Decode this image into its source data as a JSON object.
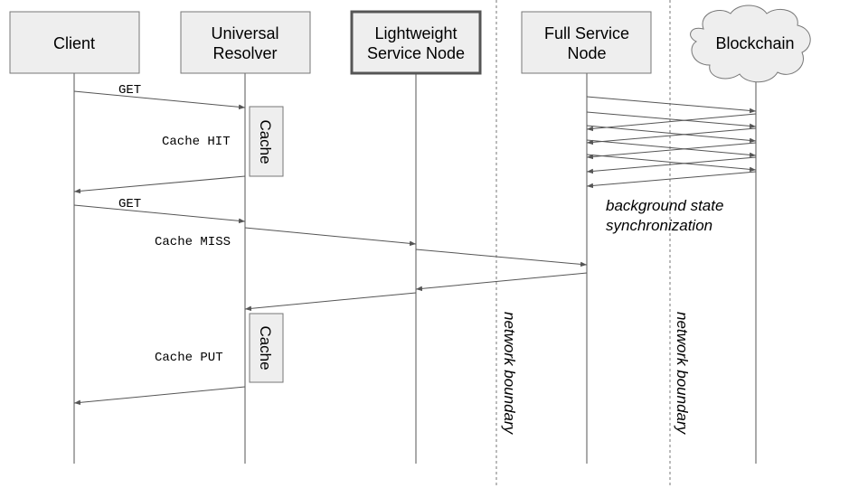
{
  "actors": {
    "client": "Client",
    "resolver_line1": "Universal",
    "resolver_line2": "Resolver",
    "lsn_line1": "Lightweight",
    "lsn_line2": "Service Node",
    "fsn_line1": "Full Service",
    "fsn_line2": "Node",
    "blockchain": "Blockchain"
  },
  "messages": {
    "get1": "GET",
    "cache_hit": "Cache HIT",
    "get2": "GET",
    "cache_miss": "Cache MISS",
    "cache_put": "Cache PUT"
  },
  "cache_boxes": {
    "first": "Cache",
    "second": "Cache"
  },
  "sync": {
    "line1": "background state",
    "line2": "synchronization"
  },
  "boundaries": {
    "first": "network boundary",
    "second": "network boundary"
  },
  "colors": {
    "box_fill": "#eeeeee",
    "box_stroke": "#777777",
    "lsn_stroke": "#555555",
    "line": "#555555"
  }
}
